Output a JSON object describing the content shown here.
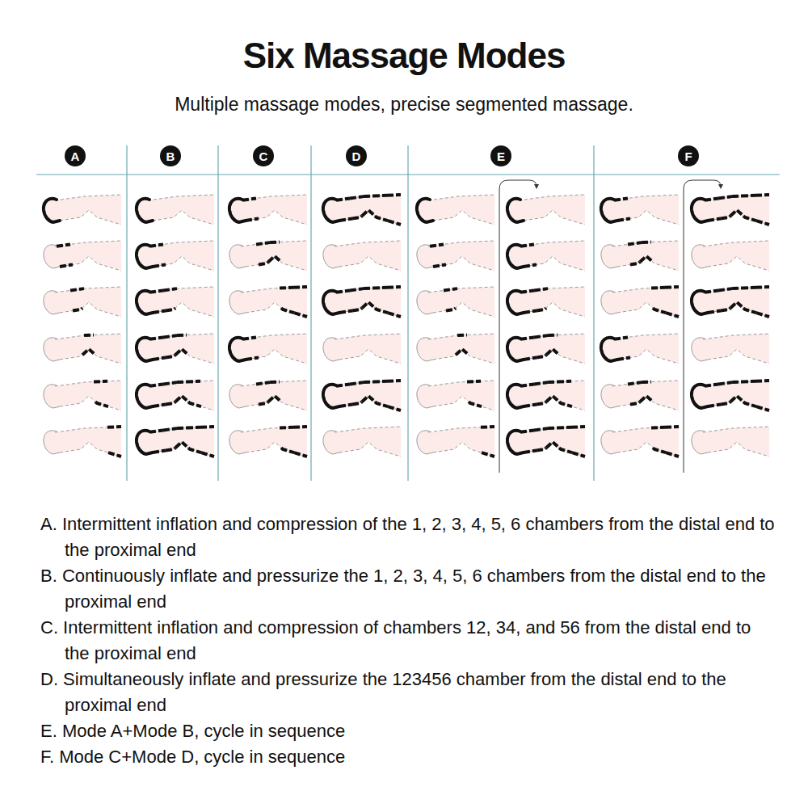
{
  "diagram": {
    "title": "Six Massage Modes",
    "nodes": [
      {
        "text": [
          "A"
        ]
      },
      {
        "text": [
          "B"
        ]
      },
      {
        "text": [
          "C"
        ]
      },
      {
        "text": [
          "D"
        ]
      },
      {
        "text": [
          "E"
        ]
      },
      {
        "text": [
          "F"
        ]
      }
    ],
    "labels": [
      "Multiple massage modes, precise segmented massage.",
      "A. Intermittent inflation and compression of the 1, 2, 3, 4, 5, 6 chambers from the distal end to the proximal end",
      "B. Continuously inflate and pressurize the 1, 2, 3, 4, 5, 6 chambers from the distal end to the proximal end",
      "C. Intermittent inflation and compression of chambers 12, 34, and 56 from the distal end to the proximal end",
      "D. Simultaneously inflate and pressurize the 123456 chamber from the distal end to the proximal end",
      "E. Mode A+Mode B, cycle in sequence",
      "F. Mode C+Mode D, cycle in sequence"
    ]
  }
}
